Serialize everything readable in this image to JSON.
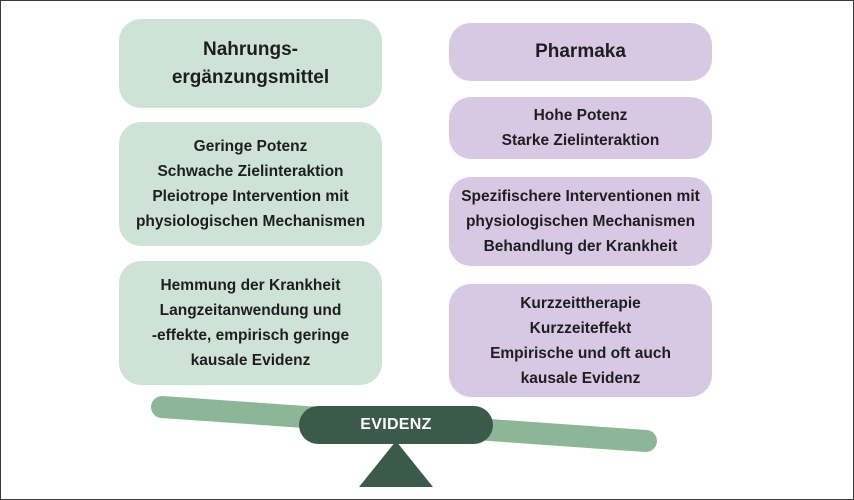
{
  "left": {
    "title": [
      "Nahrungs-",
      "ergänzungsmittel"
    ],
    "box1": [
      "Geringe Potenz",
      "Schwache Zielinteraktion",
      "Pleiotrope Intervention mit",
      "physiologischen Mechanismen"
    ],
    "box2": [
      "Hemmung der Krankheit",
      "Langzeitanwendung und",
      "-effekte, empirisch geringe",
      "kausale Evidenz"
    ]
  },
  "right": {
    "title": [
      "Pharmaka"
    ],
    "box1": [
      "Hohe Potenz",
      "Starke Zielinteraktion"
    ],
    "box2": [
      "Spezifischere Interventionen mit",
      "physiologischen Mechanismen",
      "Behandlung der Krankheit"
    ],
    "box3": [
      "Kurzzeittherapie",
      "Kurzzeiteffekt",
      "Empirische und oft auch",
      "kausale Evidenz"
    ]
  },
  "scale": {
    "label": "EVIDENZ"
  },
  "colors": {
    "left_box": "#cfe2d6",
    "right_box": "#d7c9e4",
    "beam": "#8db597",
    "pill": "#3c5a49",
    "fulcrum": "#3c5a49"
  }
}
